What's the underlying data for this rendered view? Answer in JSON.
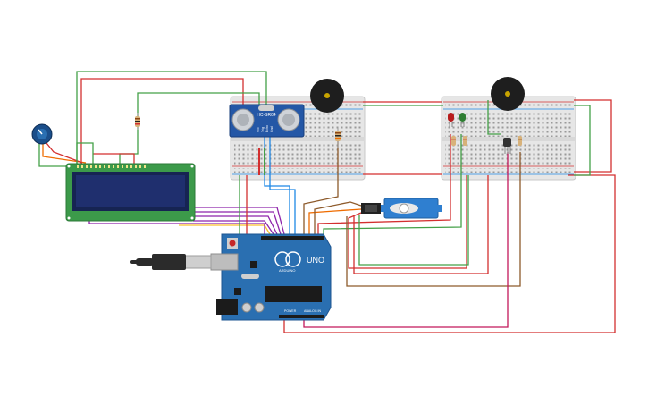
{
  "components": {
    "ultrasonic": {
      "model": "HC-SR04",
      "pins": [
        "Vcc",
        "Trig",
        "Echo",
        "Gnd"
      ]
    },
    "arduino": {
      "model": "UNO",
      "brand": "ARDUINO",
      "power_label": "POWER",
      "analog_label": "ANALOG IN"
    },
    "lcd": {
      "type": "16x2 LCD"
    },
    "servo": {
      "type": "micro servo"
    },
    "buzzers": {
      "count": 2
    },
    "leds": {
      "colors": [
        "#c0392b",
        "#27ae60"
      ]
    },
    "potentiometer": {
      "type": "rotary"
    }
  },
  "wire_colors": {
    "red": "#d32f2f",
    "green": "#43a047",
    "blue": "#1e88e5",
    "brown": "#8d5a2b",
    "purple": "#8e24aa",
    "orange": "#ef6c00",
    "black": "#222222",
    "yellow": "#fbc02d",
    "magenta": "#c2185b"
  },
  "colors": {
    "breadboard": "#e9e9e9",
    "arduino_board": "#2a6fb1",
    "lcd_pcb": "#3c9a4a",
    "lcd_screen": "#1b2c6b",
    "servo_body": "#2f7fd0"
  }
}
